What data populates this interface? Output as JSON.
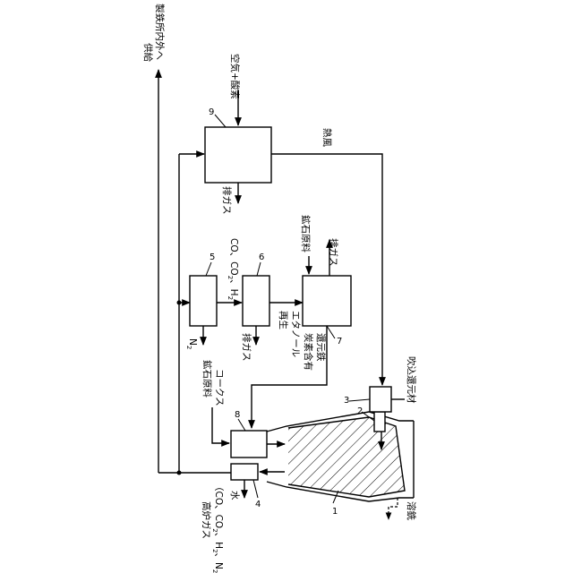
{
  "labels": {
    "supply": "製鉄所内外へ",
    "supply2": "供給",
    "air_oxygen": "空気+酸素",
    "hot_air": "熱風",
    "exhaust_9": "排ガス",
    "exhaust_6": "排ガス",
    "exhaust_7": "排ガス",
    "ore_7": "鉱石原料",
    "gases_a": "CO、CO",
    "gases_b": "、H",
    "n2": "N",
    "regen": "再生",
    "ethanol": "エタノール",
    "carbon_a": "炭素含有",
    "carbon_b": "還元鉄",
    "ore_coke_a": "鉱石原料",
    "ore_coke_b": "コークス",
    "bf_gas": "高炉ガス",
    "bf_gas_comp": "（CO、CO",
    "bf_gas_comp2": "、H",
    "bf_gas_comp3": "、N",
    "bf_gas_comp4": "）",
    "water": "水",
    "blow_in": "吹込還元材",
    "molten_iron": "溶銑",
    "sub2": "2"
  },
  "numbers": {
    "n1": "1",
    "n2": "2",
    "n3": "3",
    "n4": "4",
    "n5": "5",
    "n6": "6",
    "n7": "7",
    "n8": "8",
    "n9": "9"
  }
}
